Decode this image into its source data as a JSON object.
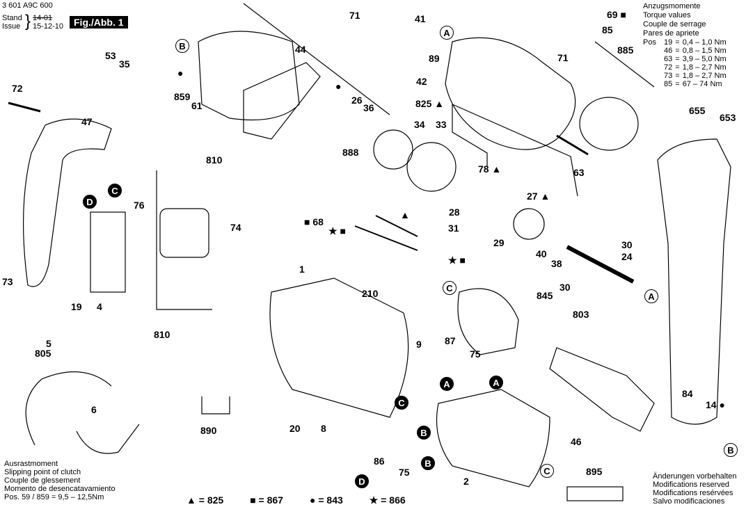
{
  "header": {
    "part_number": "3 601 A9C 600",
    "stand_label": "Stand",
    "issue_label": "Issue",
    "old_date": "14-01",
    "new_date": "15-12-10",
    "figure_label": "Fig./Abb. 1"
  },
  "torque_values": {
    "titles": [
      "Anzugsmomente",
      "Torque values",
      "Couple de serrage",
      "Pares de apriete"
    ],
    "pos_label": "Pos",
    "rows": [
      {
        "pos": "19",
        "eq": "=",
        "range": "0,4 – 1,0 Nm"
      },
      {
        "pos": "46",
        "eq": "=",
        "range": "0,8 – 1,5 Nm"
      },
      {
        "pos": "63",
        "eq": "=",
        "range": "3,9 – 5,0 Nm"
      },
      {
        "pos": "72",
        "eq": "=",
        "range": "1,8 – 2,7 Nm"
      },
      {
        "pos": "73",
        "eq": "=",
        "range": "1,8 – 2,7 Nm"
      },
      {
        "pos": "85",
        "eq": "=",
        "range": "67 – 74 Nm"
      }
    ]
  },
  "clutch_note": {
    "lines": [
      "Ausrastmoment",
      "Slipping point of clutch",
      "Couple de glessement",
      "Momento de desencatavamiento"
    ],
    "value": "Pos.  59 / 859  =  9,5 – 12,5Nm"
  },
  "legend": [
    {
      "symbol": "▲",
      "icon": "triangle-icon",
      "text": "= 825"
    },
    {
      "symbol": "■",
      "icon": "square-icon",
      "text": "= 867"
    },
    {
      "symbol": "●",
      "icon": "circle-icon",
      "text": "= 843"
    },
    {
      "symbol": "★",
      "icon": "star-icon",
      "text": "= 866"
    }
  ],
  "footer_note": [
    "Änderungen vorbehalten",
    "Modifications reserved",
    "Modifications resérvées",
    "Salvo modificaciones"
  ],
  "part_labels": {
    "p71a": "71",
    "p41": "41",
    "p69": "69 ■",
    "p53": "53",
    "p35": "35",
    "p44": "44",
    "p89": "89",
    "p71b": "71",
    "p85": "85",
    "p885": "885",
    "p72": "72",
    "p859": "859",
    "p61": "61",
    "p42": "42",
    "p825": "825 ▲",
    "p26": "26",
    "p36": "36",
    "p47": "47",
    "p34": "34",
    "p33": "33",
    "p655": "655",
    "p653": "653",
    "p810a": "810",
    "p888": "888",
    "p63": "63",
    "p78": "78 ▲",
    "p76": "76",
    "p27": "27 ▲",
    "p68": "■ 68",
    "p28": "28",
    "p68b": "★ ■",
    "p31": "31",
    "p29": "29",
    "p74": "74",
    "p40": "40",
    "p38": "38",
    "p30a": "30",
    "p24": "24",
    "p73": "73",
    "p30b": "30",
    "p19": "19",
    "p4": "4",
    "p1": "1",
    "p210": "210",
    "p845": "845",
    "p803": "803",
    "p810b": "810",
    "p9": "9",
    "p87": "87",
    "p75a": "75",
    "p5": "5",
    "p805": "805",
    "p6": "6",
    "p20": "20",
    "p8": "8",
    "p890": "890",
    "p84": "84",
    "p14": "14 ●",
    "p46": "46",
    "p86": "86",
    "p75b": "75",
    "p2": "2",
    "p895": "895",
    "pstar": "★ ■",
    "ptri": "▲",
    "pdot1": "●",
    "pdot2": "●"
  },
  "callouts": {
    "A_open1": "A",
    "A_open2": "A",
    "B_open1": "B",
    "B_open2": "B",
    "C_open1": "C",
    "C_open2": "C",
    "C_fill1": "C",
    "D_fill1": "D",
    "C_fill2": "C",
    "A_fill1": "A",
    "A_fill2": "A",
    "B_fill1": "B",
    "B_fill2": "B",
    "D_fill2": "D"
  }
}
